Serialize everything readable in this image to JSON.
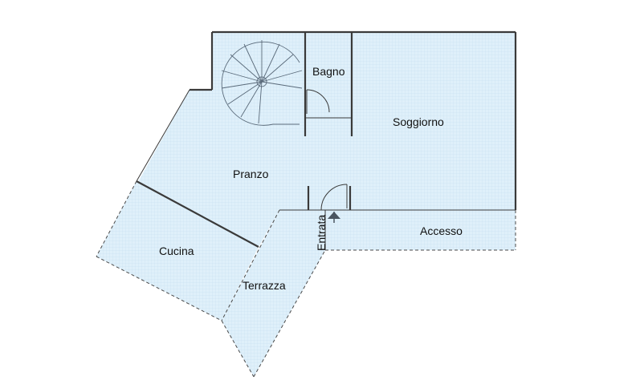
{
  "plan": {
    "colors": {
      "fill": "#dff0fa",
      "grid": "#c3dcee",
      "wall": "#3a3a3a"
    },
    "rooms": {
      "bagno": "Bagno",
      "soggiorno": "Soggiorno",
      "pranzo": "Pranzo",
      "cucina": "Cucina",
      "terrazza": "Terrazza",
      "entrata": "Entrata",
      "accesso": "Accesso"
    },
    "icons": [
      "spiral-staircase-icon",
      "door-swing-icon",
      "entrance-arrow-icon"
    ]
  }
}
